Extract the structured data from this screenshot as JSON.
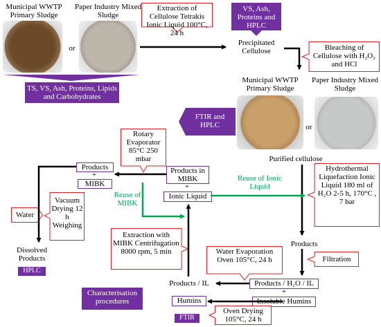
{
  "source": {
    "municipal": "Municipal WWTP Primary Sludge",
    "paper": "Paper Industry Mixed Sludge",
    "or": "or"
  },
  "analysis_bottom": "TS, VS, Ash, Proteins, Lipids and Carbohydrates",
  "extraction": "Extraction of Cellulose Tetrakis Ionic Liquid 100°C, 24 h",
  "vs_hplc": "VS, Ash, Proteins and HPLC",
  "precipitated": "Precipitated Cellulose",
  "bleaching": "Bleaching of Cellulose with H₂O₂ and HCl",
  "purified_labels": {
    "municipal": "Municipal WWTP Primary Sludge",
    "paper": "Paper Industry Mixed Sludge",
    "or": "or"
  },
  "ftir_hplc": "FTIR and HPLC",
  "purified": "Purified cellulose",
  "rotary": "Rotary Evaporator 85°C 250 mbar",
  "products_plus": "Products",
  "plus": "+",
  "mibk": "MIBK",
  "products_in_mibk": "Products in MIBK",
  "ionic_liquid": "Ionic Liquid",
  "reuse_ionic": "Reuse of Ionic Liquid",
  "reuse_mibk": "Reuse of MIBK",
  "hydrothermal": "Hydrothermal Liquefaction Ionic Liquid 180 ml of H₂O 2-5 h, 170°C , 7 bar",
  "water": "Water",
  "vacuum": "Vacuum Drying 12 h Weighing",
  "dissolved": "Dissolved Products",
  "hplc": "HPLC",
  "extraction_mibk": "Extraction with MIBK Centrifugation 8000 rpm, 5 min",
  "products": "Products",
  "water_evap": "Water Evaporation Oven 105°C, 24 h",
  "filtration": "Filtration",
  "products_il": "Products / IL",
  "products_h2o_il": "Products / H₂O / IL",
  "insoluble_humins": "Insoluble Humins",
  "characterisation": "Characterisation procedures",
  "humins": "Humins",
  "ftir": "FTIR",
  "oven_drying": "Oven Drying 105°C, 24 h",
  "colors": {
    "purple": "#7030a0",
    "red": "#e31e24",
    "green": "#00a651",
    "sludge_brown": "#6b4a2a",
    "sludge_grey": "#b9b2a8",
    "sludge_tan": "#c9a06a",
    "sludge_light": "#c7c9c9"
  }
}
